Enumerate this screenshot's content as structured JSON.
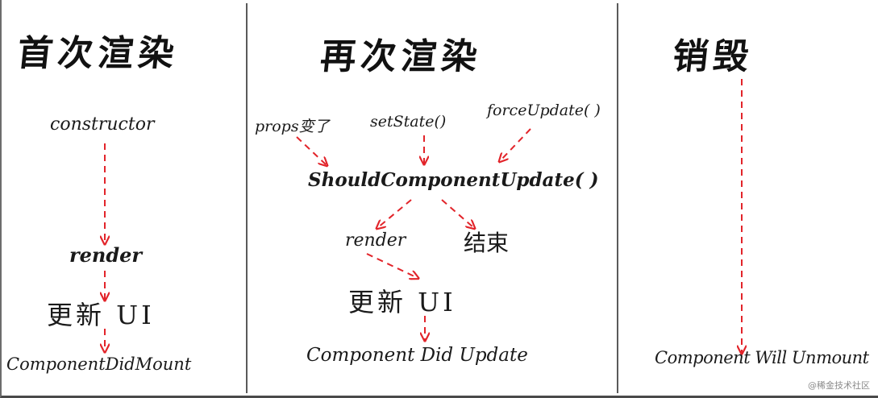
{
  "columns": {
    "first_render": {
      "title": "首次渲染",
      "steps": [
        "constructor",
        "render",
        "更新 UI",
        "ComponentDidMount"
      ]
    },
    "re_render": {
      "title": "再次渲染",
      "triggers": [
        "props变了",
        "setState()",
        "forceUpdate( )"
      ],
      "check": "ShouldComponentUpdate( )",
      "branches": [
        "render",
        "结束"
      ],
      "update_ui": "更新 UI",
      "last": "Component Did Update"
    },
    "destroy": {
      "title": "销毁",
      "last": "Component Will Unmount"
    }
  },
  "watermark": "@稀金技术社区",
  "colors": {
    "arrow": "#e2242a",
    "ink": "#111111",
    "divider": "#5a5a5a"
  }
}
